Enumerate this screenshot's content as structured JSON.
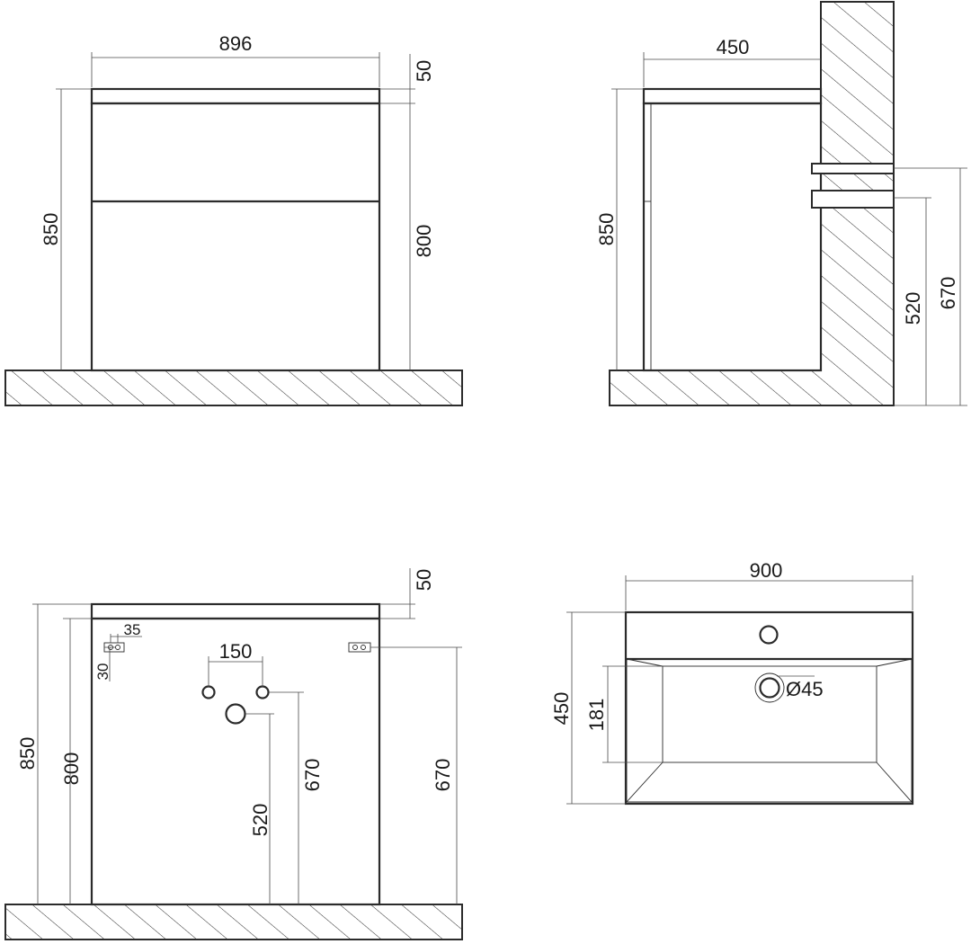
{
  "front_view": {
    "width": "896",
    "top_thickness": "50",
    "total_height": "850",
    "body_height": "800"
  },
  "side_view": {
    "depth": "450",
    "total_height": "850",
    "lower_pipe_height": "520",
    "upper_pipe_height": "670"
  },
  "back_view": {
    "top_thickness": "50",
    "total_height": "850",
    "body_height": "800",
    "mount_offset_x": "35",
    "mount_offset_y": "30",
    "pipe_spacing": "150",
    "drain_height": "520",
    "supply_height": "670",
    "right_mount_height": "670"
  },
  "top_view": {
    "width": "900",
    "depth": "450",
    "bowl_offset": "181",
    "drain_diameter": "Ø45"
  }
}
